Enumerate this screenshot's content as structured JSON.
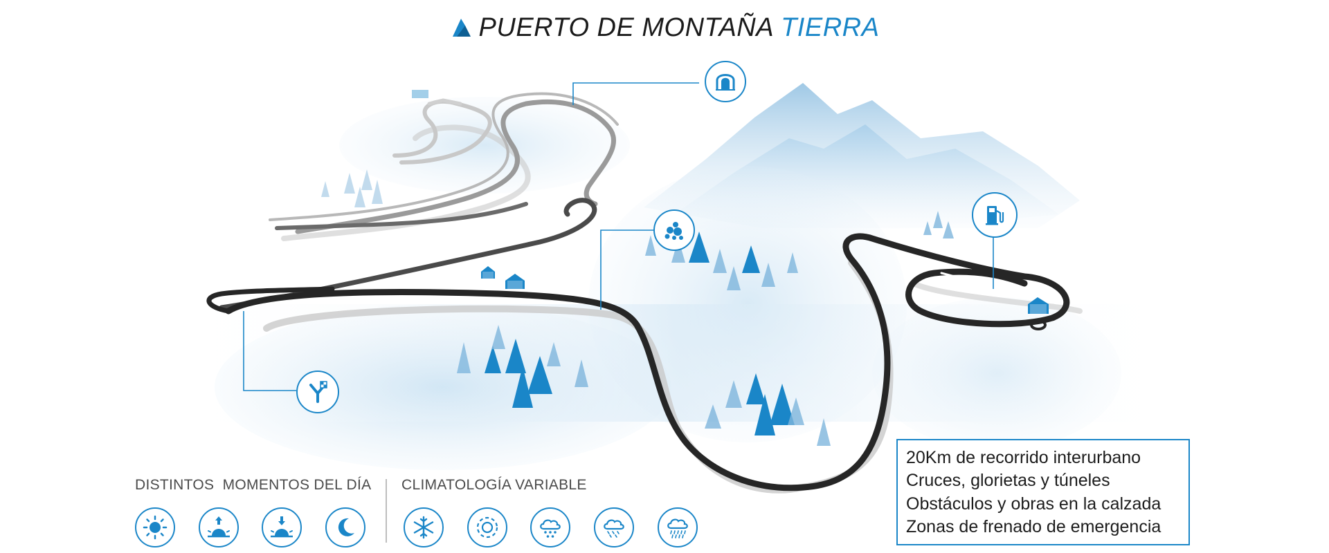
{
  "header": {
    "title_main": "PUERTO DE MONTAÑA",
    "title_accent": "TIERRA",
    "logo_icon": "mountain-logo-icon"
  },
  "map": {
    "markers": [
      {
        "name": "tunnel-marker",
        "icon": "tunnel-icon"
      },
      {
        "name": "rockfall-marker",
        "icon": "rockfall-icon"
      },
      {
        "name": "fuel-station-marker",
        "icon": "fuel-pump-icon"
      },
      {
        "name": "junction-marker",
        "icon": "road-fork-icon"
      }
    ]
  },
  "legend": {
    "day_moments": {
      "label": "DISTINTOS  MOMENTOS DEL DÍA",
      "icons": [
        "sun-icon",
        "sunrise-icon",
        "sunset-icon",
        "moon-icon"
      ]
    },
    "weather": {
      "label": "CLIMATOLOGÍA VARIABLE",
      "icons": [
        "snowflake-icon",
        "fog-icon",
        "snow-cloud-icon",
        "sleet-cloud-icon",
        "rain-cloud-icon"
      ]
    }
  },
  "features": {
    "lines": [
      "20Km de recorrido interurbano",
      "Cruces, glorietas y túneles",
      "Obstáculos y obras en la calzada",
      "Zonas de frenado de emergencia"
    ]
  },
  "colors": {
    "accent": "#1a86c8",
    "road": "#2b2b2b",
    "snow_light": "#dcebf6",
    "tree": "#1a86c8"
  }
}
